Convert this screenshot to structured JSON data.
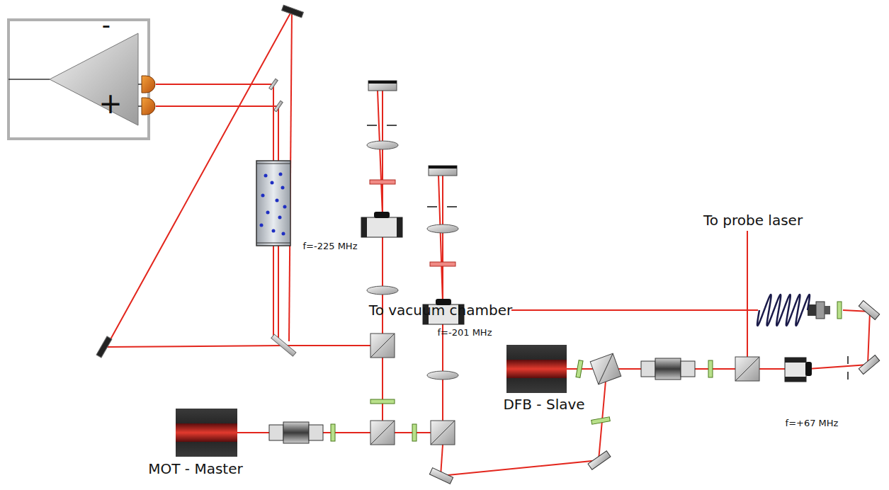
{
  "diagram": {
    "labels": [
      "-",
      "+",
      "f=-225 MHz",
      "f=-201 MHz",
      "To probe laser",
      "To vacuum chamber",
      "DFB - Slave",
      "f=+67 MHz",
      "MOT - Master"
    ]
  }
}
